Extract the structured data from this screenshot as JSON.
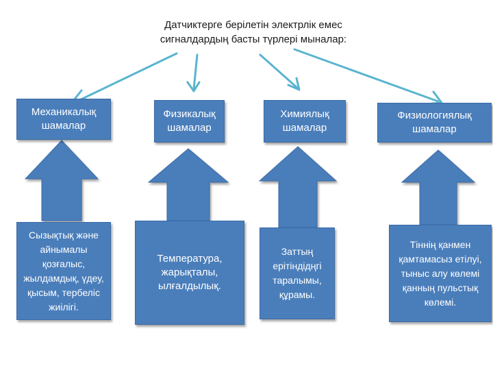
{
  "title_lines": [
    "Датчиктерге берілетін электрлік емес",
    "сигналдардың басты түрлері мыналар:"
  ],
  "categories": [
    {
      "label": "Механикалық шамалар",
      "description": "Сызықтық және айнымалы қозғалыс, жылдамдық, үдеу, қысым, тербеліс жиілігі."
    },
    {
      "label": "Физикалық шамалар",
      "description": "Температура, жарықталы, ылғалдылық."
    },
    {
      "label": "Химиялық шамалар",
      "description": "Заттың ерітіндідңгі таралымы, құрамы."
    },
    {
      "label": "Физиологиялық шамалар",
      "description": "Тіннің қанмен қамтамасыз етілуі, тыныс алу көлемі қанның пульстық көлемі."
    }
  ],
  "colors": {
    "box_fill": "#4a7ebb",
    "box_border": "#3a6aa5",
    "connector": "#58b4cf",
    "text": "#ffffff"
  }
}
